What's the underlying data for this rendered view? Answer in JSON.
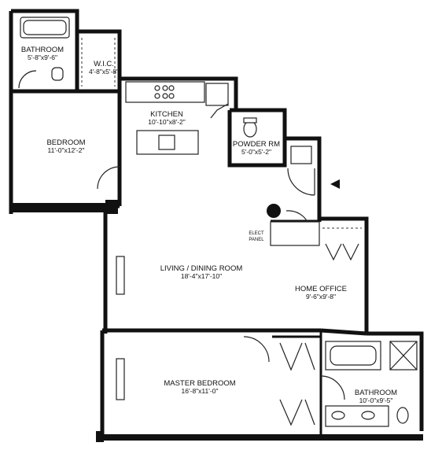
{
  "rooms": {
    "bathroom_top": {
      "name": "BATHROOM",
      "dims": "5'-8\"x9'-6\""
    },
    "wic": {
      "name": "W.I.C.",
      "dims": "4'-8\"x5'-8\""
    },
    "kitchen": {
      "name": "KITCHEN",
      "dims": "10'-10\"x8'-2\""
    },
    "powder_rm": {
      "name": "POWDER RM",
      "dims": "5'-0\"x5'-2\""
    },
    "bedroom": {
      "name": "BEDROOM",
      "dims": "11'-0\"x12'-2\""
    },
    "living_dining": {
      "name": "LIVING / DINING ROOM",
      "dims": "18'-4\"x17'-10\""
    },
    "home_office": {
      "name": "HOME OFFICE",
      "dims": "9'-6\"x9'-8\""
    },
    "master_bedroom": {
      "name": "MASTER BEDROOM",
      "dims": "16'-8\"x11'-0\""
    },
    "bathroom_master": {
      "name": "BATHROOM",
      "dims": "10'-0\"x9'-5\""
    }
  },
  "annotations": {
    "elect_panel_line1": "ELECT",
    "elect_panel_line2": "PANEL"
  },
  "colors": {
    "wall": "#111111",
    "background": "#ffffff"
  }
}
